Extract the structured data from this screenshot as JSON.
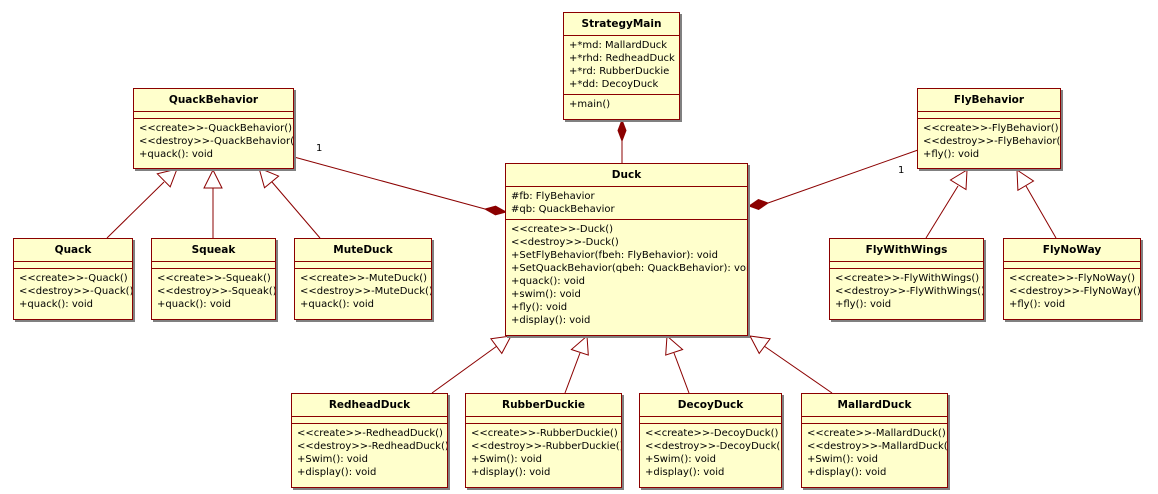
{
  "classes": {
    "strategymain": {
      "name": "StrategyMain",
      "attrs": [
        "+*md: MallardDuck",
        "+*rhd: RedheadDuck",
        "+*rd: RubberDuckie",
        "+*dd: DecoyDuck"
      ],
      "ops": [
        "+main()"
      ]
    },
    "quackbehavior": {
      "name": "QuackBehavior",
      "attrs": [],
      "ops": [
        "<<create>>-QuackBehavior()",
        "<<destroy>>-QuackBehavior()",
        "+quack(): void"
      ]
    },
    "flybehavior": {
      "name": "FlyBehavior",
      "attrs": [],
      "ops": [
        "<<create>>-FlyBehavior()",
        "<<destroy>>-FlyBehavior()",
        "+fly(): void"
      ]
    },
    "duck": {
      "name": "Duck",
      "attrs": [
        "#fb: FlyBehavior",
        "#qb: QuackBehavior"
      ],
      "ops": [
        "<<create>>-Duck()",
        "<<destroy>>-Duck()",
        "+SetFlyBehavior(fbeh: FlyBehavior): void",
        "+SetQuackBehavior(qbeh: QuackBehavior): void",
        "+quack(): void",
        "+swim(): void",
        "+fly(): void",
        "+display(): void"
      ]
    },
    "quack": {
      "name": "Quack",
      "attrs": [],
      "ops": [
        "<<create>>-Quack()",
        "<<destroy>>-Quack()",
        "+quack(): void"
      ]
    },
    "squeak": {
      "name": "Squeak",
      "attrs": [],
      "ops": [
        "<<create>>-Squeak()",
        "<<destroy>>-Squeak()",
        "+quack(): void"
      ]
    },
    "muteduck": {
      "name": "MuteDuck",
      "attrs": [],
      "ops": [
        "<<create>>-MuteDuck()",
        "<<destroy>>-MuteDuck()",
        "+quack(): void"
      ]
    },
    "flywithwings": {
      "name": "FlyWithWings",
      "attrs": [],
      "ops": [
        "<<create>>-FlyWithWings()",
        "<<destroy>>-FlyWithWings()",
        "+fly(): void"
      ]
    },
    "flynoway": {
      "name": "FlyNoWay",
      "attrs": [],
      "ops": [
        "<<create>>-FlyNoWay()",
        "<<destroy>>-FlyNoWay()",
        "+fly(): void"
      ]
    },
    "redheadduck": {
      "name": "RedheadDuck",
      "attrs": [],
      "ops": [
        "<<create>>-RedheadDuck()",
        "<<destroy>>-RedheadDuck()",
        "+Swim(): void",
        "+display(): void"
      ]
    },
    "rubberduckie": {
      "name": "RubberDuckie",
      "attrs": [],
      "ops": [
        "<<create>>-RubberDuckie()",
        "<<destroy>>-RubberDuckie()",
        "+Swim(): void",
        "+display(): void"
      ]
    },
    "decoyduck": {
      "name": "DecoyDuck",
      "attrs": [],
      "ops": [
        "<<create>>-DecoyDuck()",
        "<<destroy>>-DecoyDuck()",
        "+Swim(): void",
        "+display(): void"
      ]
    },
    "mallardduck": {
      "name": "MallardDuck",
      "attrs": [],
      "ops": [
        "<<create>>-MallardDuck()",
        "<<destroy>>-MallardDuck()",
        "+Swim(): void",
        "+display(): void"
      ]
    }
  },
  "multiplicities": {
    "quack_assoc": "1",
    "fly_assoc": "1"
  },
  "colors": {
    "box_fill": "#ffffcc",
    "line": "#8b0000"
  }
}
